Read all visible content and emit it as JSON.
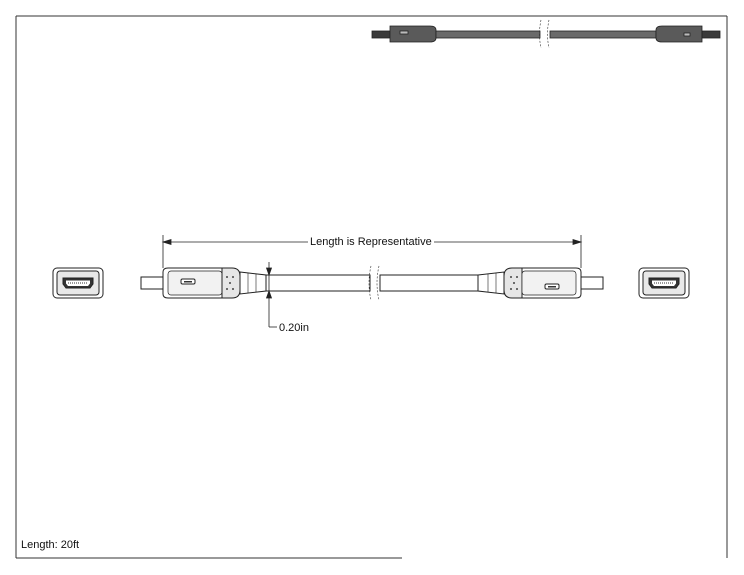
{
  "drawing": {
    "length_annotation": "Length is Representative",
    "diameter_annotation": "0.20in",
    "length_note": "Length: 20ft"
  },
  "colors": {
    "line": "#222222",
    "cable_fill": "#dedede",
    "cable_fill_dark": "#6a6a6a",
    "background": "#ffffff"
  },
  "icons": [
    "hdmi-port-icon",
    "micro-usb-port-icon",
    "cable-break-icon"
  ]
}
